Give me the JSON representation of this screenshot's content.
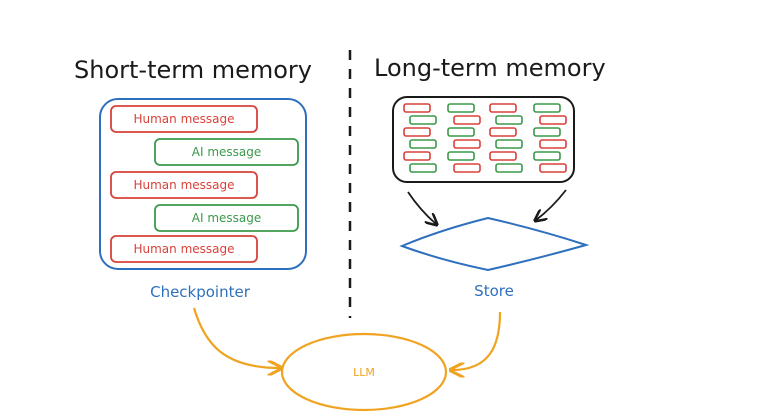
{
  "diagram": {
    "short_term": {
      "title": "Short-term memory",
      "caption": "Checkpointer",
      "messages": [
        {
          "text": "Human message",
          "kind": "human"
        },
        {
          "text": "AI message",
          "kind": "ai"
        },
        {
          "text": "Human message",
          "kind": "human"
        },
        {
          "text": "AI message",
          "kind": "ai"
        },
        {
          "text": "Human message",
          "kind": "human"
        }
      ]
    },
    "long_term": {
      "title": "Long-term memory",
      "caption": "Store"
    },
    "llm": {
      "label": "LLM"
    },
    "colors": {
      "blue": "#2f6fbf",
      "red": "#d9413a",
      "green": "#3a9a4a",
      "orange": "#f0a320",
      "ink": "#1a1a1a"
    }
  }
}
